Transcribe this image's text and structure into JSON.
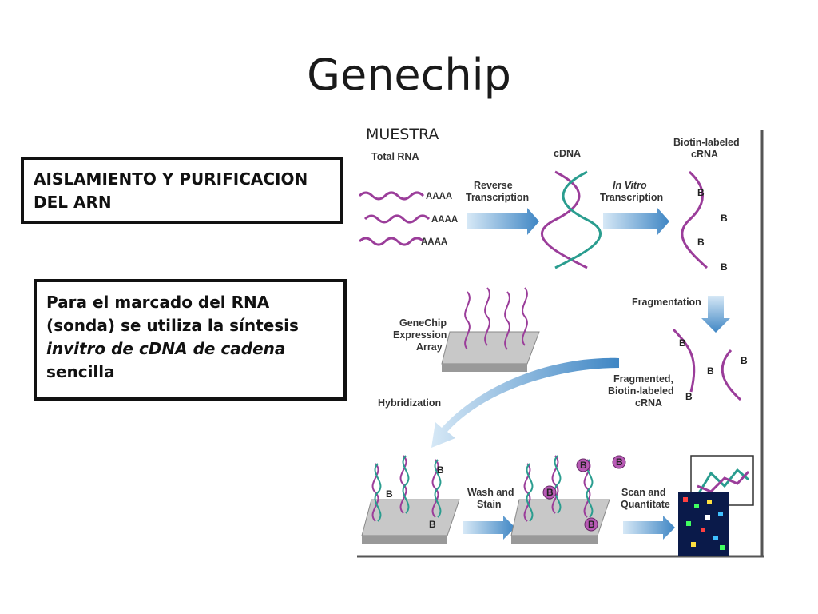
{
  "slide": {
    "title": "Genechip",
    "box1_text": "AISLAMIENTO Y PURIFICACION DEL ARN",
    "box2_line1": "Para el marcado del RNA (sonda) se utiliza la síntesis ",
    "box2_italic": "invitro de cDNA de cadena",
    "box2_line3": " sencilla",
    "overlay_label": "MUESTRA"
  },
  "figure": {
    "total_rna": "Total RNA",
    "poly_a": "AAAA",
    "reverse_transcription_1": "Reverse",
    "reverse_transcription_2": "Transcription",
    "cdna": "cDNA",
    "in_vitro_1": "In Vitro",
    "in_vitro_2": "Transcription",
    "biotin_crna_1": "Biotin-labeled",
    "biotin_crna_2": "cRNA",
    "fragmentation": "Fragmentation",
    "array_1": "GeneChip",
    "array_2": "Expression",
    "array_3": "Array",
    "fragmented_1": "Fragmented,",
    "fragmented_2": "Biotin-labeled",
    "fragmented_3": "cRNA",
    "hybridization": "Hybridization",
    "wash_1": "Wash and",
    "wash_2": "Stain",
    "scan_1": "Scan and",
    "scan_2": "Quantitate",
    "biotin_mark": "B"
  },
  "colors": {
    "rna": "#9b3d9a",
    "cdna": "#2a9d8f",
    "arrow": "#4a8fc9",
    "chip": "#c8c8c8"
  }
}
